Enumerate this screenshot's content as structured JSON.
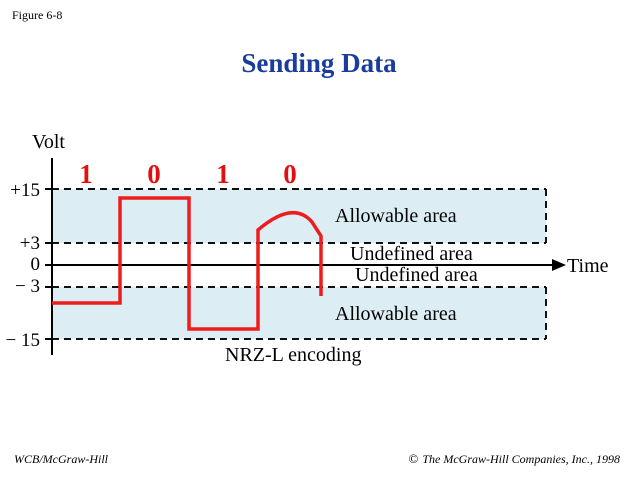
{
  "figure_label": "Figure 6-8",
  "title": "Sending Data",
  "diagram": {
    "y_axis_label": "Volt",
    "x_axis_label": "Time",
    "level_labels": [
      "+15",
      "+3",
      "0",
      "− 3",
      "− 15"
    ],
    "bits": [
      "1",
      "0",
      "1",
      "0"
    ],
    "area_labels": {
      "upper_allowable": "Allowable area",
      "upper_undefined": "Undefined area",
      "lower_undefined": "Undefined area",
      "lower_allowable": "Allowable area"
    },
    "caption": "NRZ-L  encoding",
    "colors": {
      "allowable_fill": "#dcedf3",
      "signal": "#ee1c1c",
      "bits": "#e01010"
    }
  },
  "footer": {
    "left": "WCB/McGraw-Hill",
    "copyright_symbol": "©",
    "right": "The McGraw-Hill Companies, Inc., 1998"
  }
}
